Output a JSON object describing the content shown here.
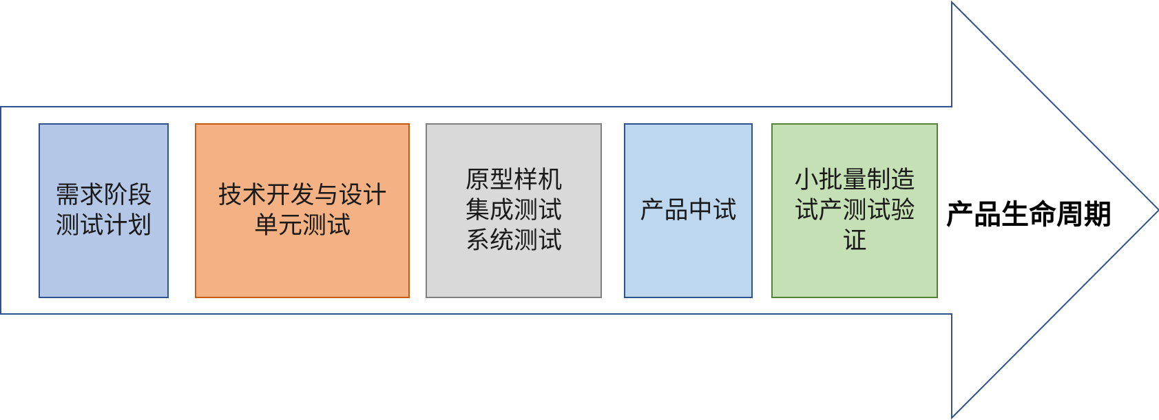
{
  "arrow": {
    "label": "产品生命周期",
    "stroke_color": "#2f528f",
    "fill_color": "#ffffff"
  },
  "stages": [
    {
      "id": "requirements",
      "lines": [
        "需求阶段",
        "测试计划"
      ],
      "fill": "#b4c7e7",
      "border": "#2f528f"
    },
    {
      "id": "tech-dev",
      "lines": [
        "技术开发与设计",
        "单元测试"
      ],
      "fill": "#f4b183",
      "border": "#c55a11"
    },
    {
      "id": "prototype",
      "lines": [
        "原型样机",
        "集成测试",
        "系统测试"
      ],
      "fill": "#d9d9d9",
      "border": "#7f7f7f"
    },
    {
      "id": "pilot",
      "lines": [
        "产品中试"
      ],
      "fill": "#bdd7ee",
      "border": "#2f528f"
    },
    {
      "id": "small-batch",
      "lines": [
        "小批量制造",
        "试产测试验",
        "证"
      ],
      "fill": "#c5e0b4",
      "border": "#538135"
    }
  ]
}
